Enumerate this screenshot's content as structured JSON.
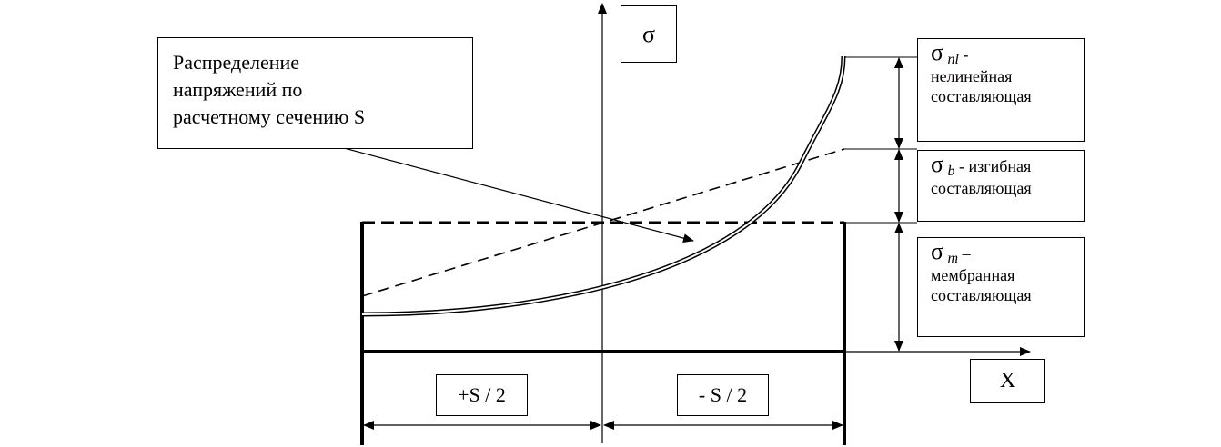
{
  "caption": {
    "lines": [
      "Распределение",
      "напряжений по",
      "расчетному сечению S"
    ]
  },
  "axes": {
    "y_symbol": "σ",
    "x_symbol": "X"
  },
  "components": [
    {
      "symbol": "σ",
      "sub": "nl",
      "tail": " -",
      "desc": [
        "нелинейная",
        "составляющая"
      ]
    },
    {
      "symbol": "σ",
      "sub": "b",
      "tail": " - изгибная",
      "desc": [
        "составляющая"
      ]
    },
    {
      "symbol": "σ",
      "sub": "m",
      "tail": " –",
      "desc": [
        "мембранная",
        "составляющая"
      ]
    }
  ],
  "halves": {
    "left": "+S / 2",
    "right": "- S / 2"
  }
}
